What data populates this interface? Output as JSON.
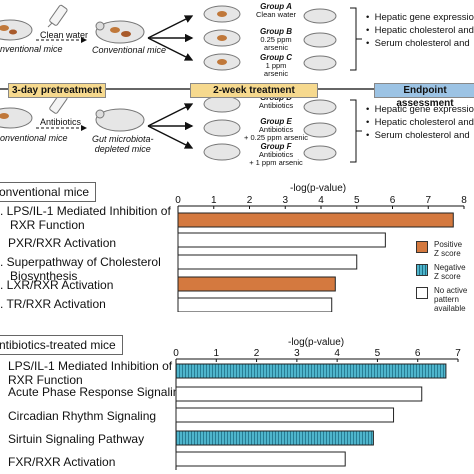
{
  "design": {
    "clean_water": "Clean water",
    "antibiotics": "Antibiotics",
    "conventional_mice_left": "nventional mice",
    "conventional_mice_mid": "Conventional mice",
    "conventional_mice_lower_left": "onventional mice",
    "gut_depleted_line1": "Gut microbiota-",
    "gut_depleted_line2": "depleted mice",
    "groups": [
      {
        "name": "Group A",
        "sub1": "Clean water",
        "sub2": ""
      },
      {
        "name": "Group B",
        "sub1": "0.25 ppm",
        "sub2": "arsenic"
      },
      {
        "name": "Group C",
        "sub1": "1 ppm",
        "sub2": "arsenic"
      },
      {
        "name": "Group D",
        "sub1": "Antibiotics",
        "sub2": ""
      },
      {
        "name": "Group E",
        "sub1": "Antibiotics",
        "sub2": "+ 0.25 ppm arsenic"
      },
      {
        "name": "Group F",
        "sub1": "Antibiotics",
        "sub2": "+ 1 ppm arsenic"
      }
    ],
    "phases": {
      "pretreatment": "3-day pretreatment",
      "treatment": "2-week treatment",
      "endpoint": "Endpoint assessment"
    },
    "endpoints_top": [
      "Hepatic gene expression",
      "Hepatic cholesterol and",
      "Serum cholesterol and"
    ],
    "endpoints_bottom": [
      "Hepatic gene expression",
      "Hepatic cholesterol and",
      "Serum cholesterol and"
    ]
  },
  "charts": {
    "top": {
      "box_title": "onventional mice",
      "axis_title": "-log(p-value)",
      "ticks": [
        "0",
        "1",
        "2",
        "3",
        "4",
        "5",
        "6",
        "7",
        "8"
      ],
      "labels": [
        [
          "LPS/IL-1 Mediated Inhibition of",
          "RXR Function"
        ],
        [
          "PXR/RXR Activation"
        ],
        [
          "Superpathway of Cholesterol",
          "Biosynthesis"
        ],
        [
          "LXR/RXR Activation"
        ],
        [
          "TR/RXR Activation"
        ]
      ],
      "numbers": [
        ". ",
        "",
        ". ",
        ". ",
        ". "
      ]
    },
    "bottom": {
      "box_title": "ntibiotics-treated mice",
      "axis_title": "-log(p-value)",
      "ticks": [
        "0",
        "1",
        "2",
        "3",
        "4",
        "5",
        "6",
        "7"
      ],
      "labels": [
        [
          "LPS/IL-1 Mediated Inhibition of",
          "RXR Function"
        ],
        [
          "Acute Phase Response Signaling"
        ],
        [
          "Circadian Rhythm Signaling"
        ],
        [
          "Sirtuin Signaling Pathway"
        ],
        [
          "FXR/RXR Activation"
        ]
      ]
    },
    "legend": [
      {
        "pattern": "positive",
        "lines": [
          "Positive",
          "Z score"
        ]
      },
      {
        "pattern": "negative",
        "lines": [
          "Negative",
          "Z score"
        ]
      },
      {
        "pattern": "none",
        "lines": [
          "No active",
          "pattern",
          "available"
        ]
      }
    ]
  },
  "chart_data": [
    {
      "type": "bar",
      "orientation": "horizontal",
      "categories": [
        "LPS/IL-1 Mediated Inhibition of RXR Function",
        "PXR/RXR Activation",
        "Superpathway of Cholesterol Biosynthesis",
        "LXR/RXR Activation",
        "TR/RXR Activation"
      ],
      "values": [
        7.7,
        5.8,
        5.0,
        4.4,
        4.3
      ],
      "patterns": [
        "positive",
        "none",
        "none",
        "positive",
        "none"
      ],
      "xlabel": "-log(p-value)",
      "xlim": [
        0,
        8
      ]
    },
    {
      "type": "bar",
      "orientation": "horizontal",
      "categories": [
        "LPS/IL-1 Mediated Inhibition of RXR Function",
        "Acute Phase Response Signaling",
        "Circadian Rhythm Signaling",
        "Sirtuin Signaling Pathway",
        "FXR/RXR Activation"
      ],
      "values": [
        6.7,
        6.1,
        5.4,
        4.9,
        4.2
      ],
      "patterns": [
        "negative",
        "none",
        "none",
        "negative",
        "none"
      ],
      "xlabel": "-log(p-value)",
      "xlim": [
        0,
        7
      ]
    }
  ],
  "colors": {
    "positive": "#d4793f",
    "negative": "#4fb5cc",
    "none": "#ffffff",
    "phase_pre": "#f6d98e",
    "phase_mid": "#f6d98e",
    "phase_end": "#9cc3e4"
  }
}
